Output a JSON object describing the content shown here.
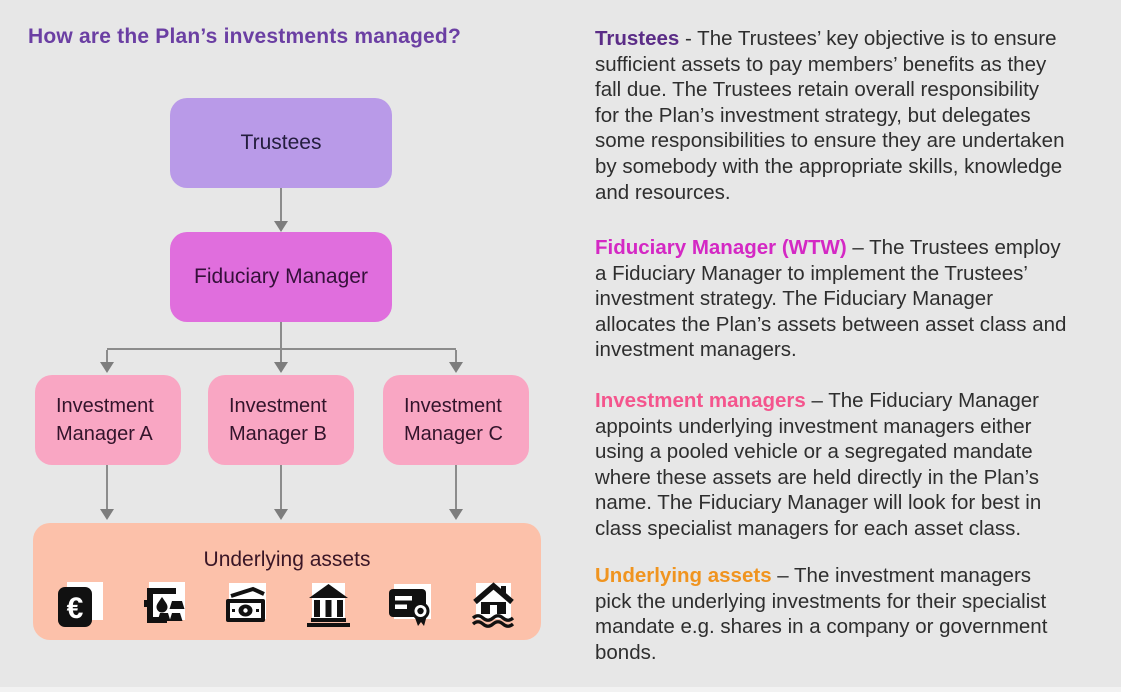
{
  "title": {
    "text": "How are the Plan’s investments managed?"
  },
  "colors": {
    "background": "#e7e7e7",
    "title": "#6b3fa3",
    "trustees_box": "#b99ae8",
    "fiduciary_box": "#e06edd",
    "manager_box": "#f9a6c3",
    "assets_box": "#fcc1aa",
    "arrow": "#8c8c8c",
    "term_trustees": "#5b2d87",
    "term_fiduciary": "#d428c4",
    "term_managers": "#f4558d",
    "term_assets": "#f0941f",
    "body_text": "#2e2e2e"
  },
  "diagram": {
    "trustees": {
      "label": "Trustees"
    },
    "fiduciary": {
      "label": "Fiduciary Manager"
    },
    "managers": [
      {
        "label": "Investment\nManager A"
      },
      {
        "label": "Investment\nManager B"
      },
      {
        "label": "Investment\nManager C"
      }
    ],
    "assets": {
      "label": "Underlying assets",
      "icons": [
        {
          "name": "euro-currency-icon",
          "glyph": "€"
        },
        {
          "name": "oil-gold-commodities-icon"
        },
        {
          "name": "banknote-growth-icon"
        },
        {
          "name": "bank-building-icon"
        },
        {
          "name": "certificate-seal-icon"
        },
        {
          "name": "house-property-icon"
        }
      ]
    }
  },
  "definitions": [
    {
      "term": "Trustees",
      "body": "- The Trustees’ key objective is to ensure\nsufficient assets to pay members’ benefits as they\nfall due. The Trustees retain overall responsibility\nfor the Plan’s investment strategy, but delegates\nsome responsibilities to ensure they are undertaken\nby somebody with the appropriate skills, knowledge\nand resources."
    },
    {
      "term": "Fiduciary Manager (WTW)",
      "body": "– The Trustees employ\na Fiduciary Manager to implement the Trustees’\ninvestment strategy. The Fiduciary Manager\nallocates the Plan’s assets between asset class and\ninvestment managers."
    },
    {
      "term": "Investment managers",
      "body": "– The Fiduciary Manager\nappoints underlying investment managers either\nusing a pooled vehicle or a segregated mandate\nwhere these assets are held directly in the Plan’s\nname. The Fiduciary Manager will look for best in\nclass specialist managers for each asset class."
    },
    {
      "term": "Underlying assets",
      "body": "– The investment managers\npick the underlying investments for their specialist\nmandate e.g. shares in a company or government\nbonds."
    }
  ]
}
